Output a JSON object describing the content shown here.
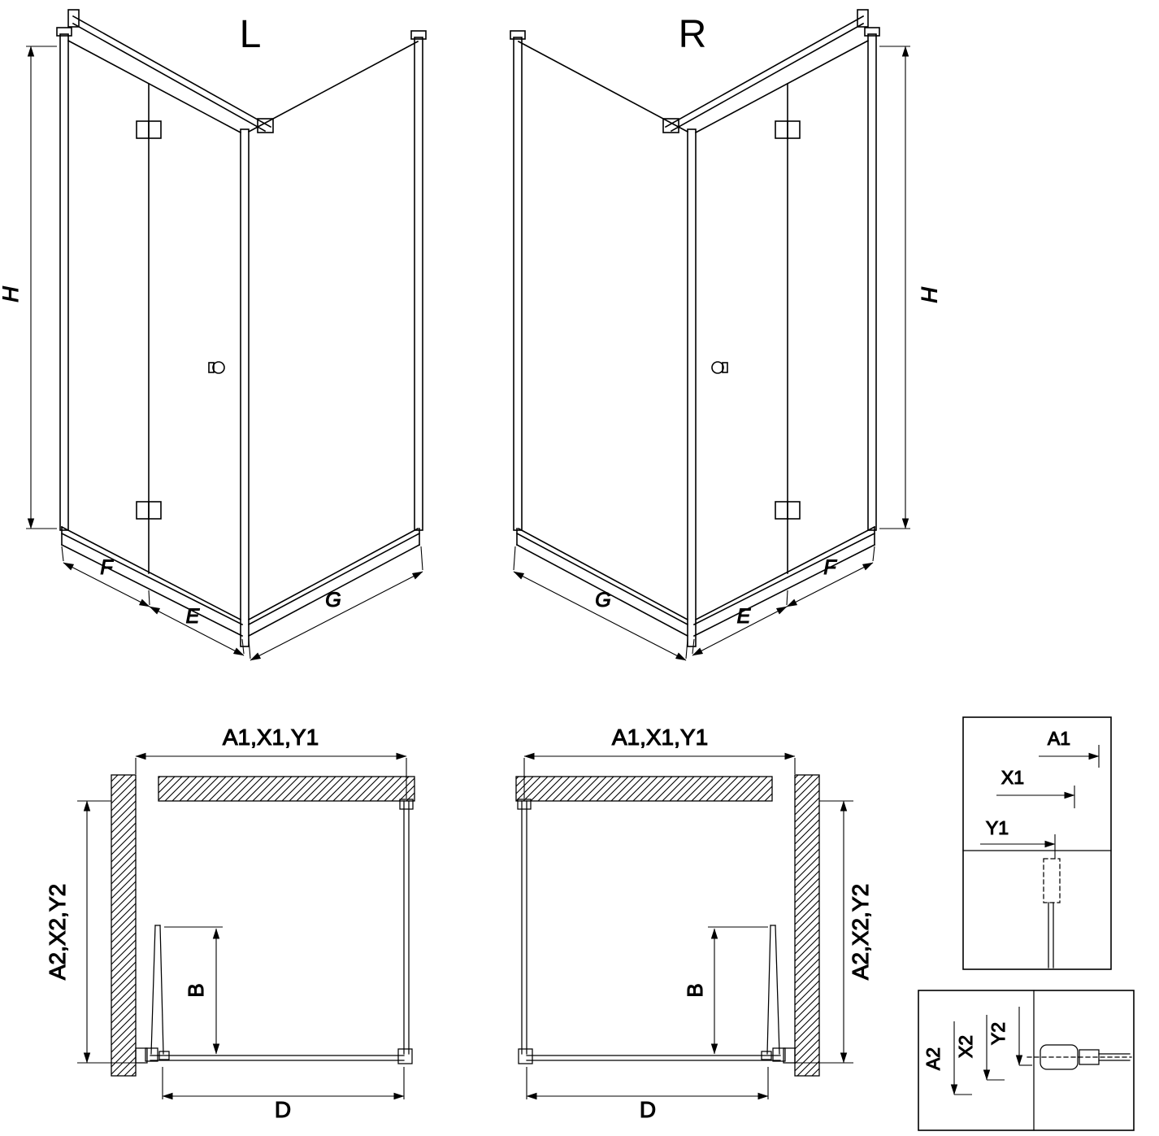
{
  "perspective_left": {
    "title": "L",
    "dim_height": "H",
    "dim_door_fixed": "F",
    "dim_door_fold": "E",
    "dim_side": "G"
  },
  "perspective_right": {
    "title": "R",
    "dim_height": "H",
    "dim_door_fixed": "F",
    "dim_door_fold": "E",
    "dim_side": "G"
  },
  "plan_left": {
    "dim_width_top": "A1,X1,Y1",
    "dim_depth": "A2,X2,Y2",
    "dim_door_open": "B",
    "dim_entry": "D"
  },
  "plan_right": {
    "dim_width_top": "A1,X1,Y1",
    "dim_depth": "A2,X2,Y2",
    "dim_door_open": "B",
    "dim_entry": "D"
  },
  "detail_width": {
    "labels": [
      "A1",
      "X1",
      "Y1"
    ]
  },
  "detail_depth": {
    "labels": [
      "A2",
      "X2",
      "Y2"
    ]
  }
}
